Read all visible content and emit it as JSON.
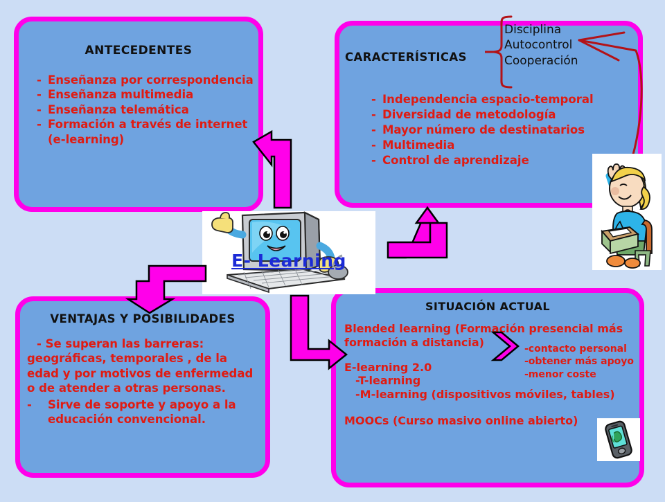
{
  "page": {
    "background_color": "#ccddf5",
    "box_fill_color": "#6fa3e0",
    "box_border_color": "#ff00ea",
    "bullet_text_color": "#e01b12",
    "title_text_color": "#111111",
    "center_label_color": "#1c2bd6",
    "red_ink_color": "#b31217"
  },
  "center": {
    "label": "E- Learning",
    "image_name": "cartoon-computer-with-face-thumbs-up"
  },
  "boxes": {
    "antecedentes": {
      "title": "ANTECEDENTES",
      "items": [
        "Enseñanza por correspondencia",
        "Enseñanza multimedia",
        "Enseñanza telemática",
        "Formación a través de internet (e-learning)"
      ]
    },
    "caracteristicas": {
      "title": "CARACTERÍSTICAS",
      "items": [
        "Independencia espacio-temporal",
        "Diversidad de metodología",
        "Mayor número de destinatarios",
        "Multimedia",
        "Control de aprendizaje"
      ],
      "bracket_notes": [
        "Disciplina",
        "Autocontrol",
        "Cooperación"
      ]
    },
    "ventajas": {
      "title": "VENTAJAS Y POSIBILIDADES",
      "paragraph": "-   Se superan las barreras: geográficas, temporales , de la edad y por motivos de enfermedad o de atender a otras personas.",
      "item2_dash": "-",
      "item2": "Sirve de soporte y apoyo a la educación convencional."
    },
    "situacion": {
      "title": "SITUACIÓN ACTUAL",
      "line_blended": "Blended learning (Formación presencial más formación a distancia)",
      "line_elearning20": "E-learning 2.0",
      "sub_items": [
        "T-learning",
        "M-learning (dispositivos móviles, tables)"
      ],
      "line_moocs": "MOOCs (Curso masivo online abierto)",
      "notes": [
        "-contacto personal",
        "-obtener más apoyo",
        "-menor coste"
      ]
    }
  },
  "images": {
    "student": "cartoon-student-at-desk-raising-hand",
    "phone": "mobile-phone-icon"
  },
  "arrows": {
    "to_antecedentes": "elbow-arrow-pointing-left",
    "to_caracteristicas": "elbow-arrow-pointing-up",
    "to_ventajas": "elbow-arrow-pointing-down",
    "to_situacion": "elbow-arrow-pointing-right",
    "notes_chevron": "chevron-pointing-right"
  }
}
